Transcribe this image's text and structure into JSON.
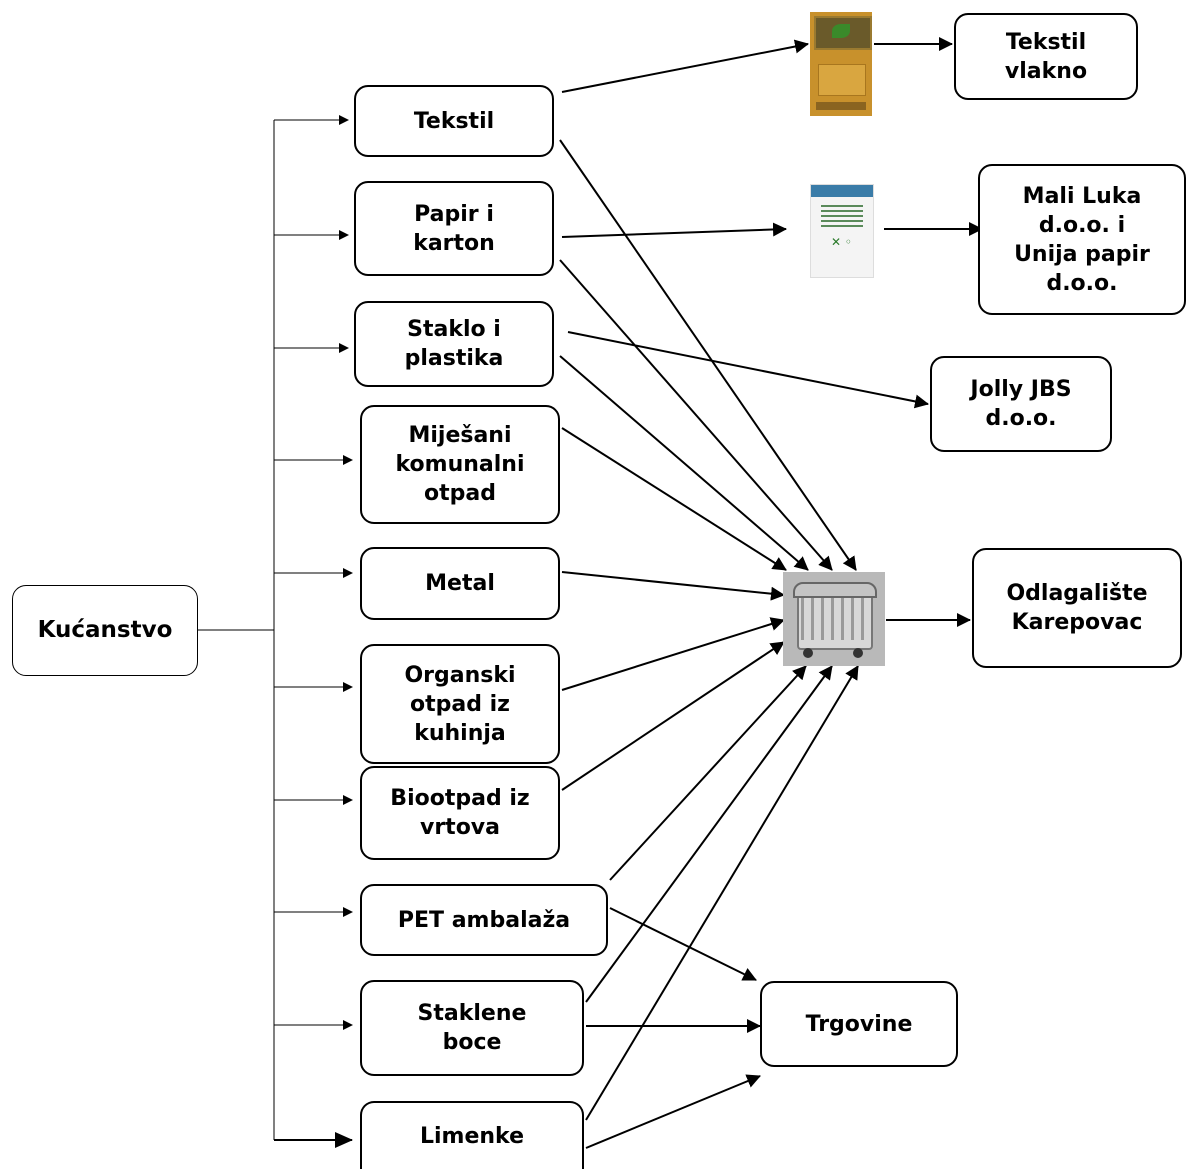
{
  "nodes": {
    "kucanstvo": "Kućanstvo",
    "tekstil": "Tekstil",
    "papir": "Papir i\nkarton",
    "staklo_plastika": "Staklo i\nplastika",
    "mijesani": "Miješani\nkomunalni\notpad",
    "metal": "Metal",
    "organski": "Organski\notpad iz\nkuhinja",
    "biootpad": "Biootpad iz\nvrtova",
    "pet": "PET ambalaža",
    "staklene_boce": "Staklene\nboce",
    "limenke": "Limenke",
    "tekstil_vlakno": "Tekstil\nvlakno",
    "mali_luka": "Mali Luka\nd.o.o. i\nUnija papir\nd.o.o.",
    "jolly": "Jolly JBS\nd.o.o.",
    "odlagaliste": "Odlagalište\nKarepovac",
    "trgovine": "Trgovine"
  },
  "icons": {
    "textile_container": "textile-container-icon",
    "paper_container": "paper-container-icon",
    "waste_bin": "waste-bin-icon"
  }
}
